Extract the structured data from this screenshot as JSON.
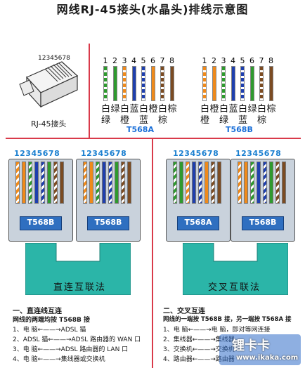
{
  "title": "网线RJ-45接头(水晶头)排线示意图",
  "connector": {
    "pin_label": "12345678",
    "caption": "RJ-45接头"
  },
  "pin_numbers": [
    "1",
    "2",
    "3",
    "4",
    "5",
    "6",
    "7",
    "8"
  ],
  "t568a": {
    "label": "T568A",
    "colors": [
      "#ffffff",
      "#2e9a2e",
      "#ffffff",
      "#1e3fae",
      "#ffffff",
      "#f08a1a",
      "#ffffff",
      "#7b4b22"
    ],
    "stripes": [
      "#2e9a2e",
      "",
      "#f08a1a",
      "",
      "#1e3fae",
      "",
      "#7b4b22",
      ""
    ],
    "row1": [
      "白",
      "绿",
      "白",
      "蓝",
      "白",
      "橙",
      "白",
      "棕"
    ],
    "row2": [
      "绿",
      "",
      "橙",
      "",
      "蓝",
      "",
      "棕",
      ""
    ]
  },
  "t568b": {
    "label": "T568B",
    "colors": [
      "#ffffff",
      "#f08a1a",
      "#ffffff",
      "#1e3fae",
      "#ffffff",
      "#2e9a2e",
      "#ffffff",
      "#7b4b22"
    ],
    "stripes": [
      "#f08a1a",
      "",
      "#2e9a2e",
      "",
      "#1e3fae",
      "",
      "#7b4b22",
      ""
    ],
    "row1": [
      "白",
      "橙",
      "白",
      "蓝",
      "白",
      "绿",
      "白",
      "棕"
    ],
    "row2": [
      "橙",
      "",
      "绿",
      "",
      "蓝",
      "",
      "棕",
      ""
    ]
  },
  "bottom": {
    "left_nums": "12345678",
    "left_nums2": "12345678",
    "right_nums": "12345678",
    "right_nums2": "12345678",
    "plug_labels": [
      "T568B",
      "T568B",
      "T568A",
      "T568B"
    ],
    "straight_label": "直连互联法",
    "cross_label": "交叉互联法"
  },
  "section1": {
    "title": "一、直连线互连",
    "sub": "网线的两端均按 T568B 接",
    "lines": [
      "1、电    脑←——→ADSL 猫",
      "2、ADSL 猫←——→ADSL 路由器的 WAN 口",
      "3、电    脑←——→ADSL 路由器的 LAN 口",
      "4、电    脑←——→集线器或交换机"
    ]
  },
  "section2": {
    "title": "二、交叉互连",
    "sub": "网线的一端按 T568B 接，另一端按 T568A 接",
    "lines": [
      "1、电  脑←——→电  脑，即对等网连接",
      "2、集线器←——→集线器",
      "3、交换机←——→交换机",
      "4、路由器←——→路由器"
    ]
  },
  "watermark": {
    "brand": "锂卡卡",
    "site": "www.ikaka.com"
  }
}
